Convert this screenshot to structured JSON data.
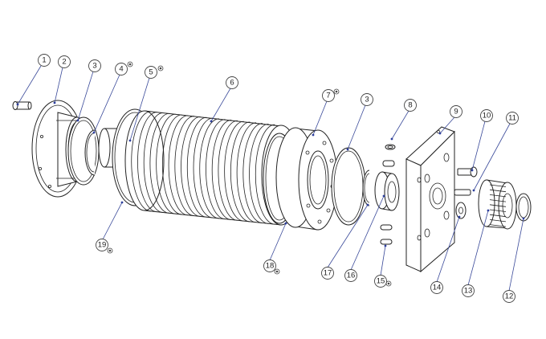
{
  "callouts": [
    {
      "id": "callout-1",
      "text": "1"
    },
    {
      "id": "callout-2",
      "text": "2"
    },
    {
      "id": "callout-3a",
      "text": "3"
    },
    {
      "id": "callout-4",
      "text": "4"
    },
    {
      "id": "callout-5",
      "text": "5"
    },
    {
      "id": "callout-6",
      "text": "6"
    },
    {
      "id": "callout-7",
      "text": "7"
    },
    {
      "id": "callout-3b",
      "text": "3"
    },
    {
      "id": "callout-8",
      "text": "8"
    },
    {
      "id": "callout-9",
      "text": "9"
    },
    {
      "id": "callout-10",
      "text": "10"
    },
    {
      "id": "callout-11",
      "text": "11"
    },
    {
      "id": "callout-12",
      "text": "12"
    },
    {
      "id": "callout-13",
      "text": "13"
    },
    {
      "id": "callout-14",
      "text": "14"
    },
    {
      "id": "callout-15",
      "text": "15"
    },
    {
      "id": "callout-16",
      "text": "16"
    },
    {
      "id": "callout-17",
      "text": "17"
    },
    {
      "id": "callout-18",
      "text": "18"
    },
    {
      "id": "callout-19",
      "text": "19"
    }
  ],
  "colors": {
    "line": "#222222",
    "leader": "#3a4a9a",
    "dot": "#2c3e9c"
  }
}
